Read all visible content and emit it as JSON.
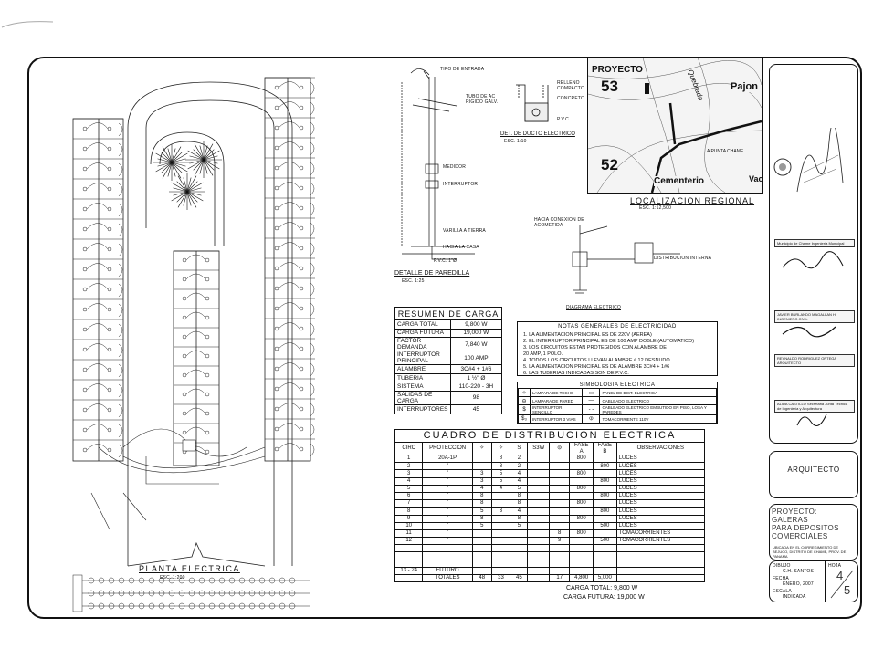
{
  "plan": {
    "title": "PLANTA ELECTRICA",
    "scale": "ESC. 1:200"
  },
  "pole_detail": {
    "title": "DETALLE DE PAREDILLA",
    "scale": "ESC. 1:25",
    "labels": [
      "TIPO DE ENTRADA",
      "TUBO DE AC RIGIDO GALV.",
      "MEDIDOR",
      "INTERRUPTOR",
      "VARILLA A TIERRA",
      "HACIA LA CASA",
      "P.V.C. 1\"Ø"
    ]
  },
  "duct_detail": {
    "title": "DET. DE DUCTO ELECTRICO",
    "scale": "ESC. 1:10",
    "labels": [
      "RELLENO COMPACTO",
      "CONCRETO",
      "P.V.C."
    ]
  },
  "location": {
    "title": "LOCALIZACION REGIONAL",
    "scale": "ESC. 1:12,500",
    "map_labels": [
      "PROYECTO",
      "53",
      "52",
      "Pajon",
      "Cementerio",
      "Quebrada",
      "A PUNTA CHAME",
      "Vac"
    ]
  },
  "diagram": {
    "title": "DIAGRAMA ELECTRICO",
    "labels": [
      "HACIA CONEXION DE ACOMETIDA",
      "DISTRIBUCION INTERNA"
    ]
  },
  "resumen": {
    "title": "RESUMEN DE CARGA",
    "rows": [
      {
        "label": "CARGA TOTAL",
        "value": "9,800 W"
      },
      {
        "label": "CARGA FUTURA",
        "value": "19,000 W"
      },
      {
        "label": "FACTOR DEMANDA",
        "value": "7,840 W"
      },
      {
        "label": "INTERRUPTOR PRINCIPAL",
        "value": "100 AMP"
      },
      {
        "label": "ALAMBRE",
        "value": "3C#4 + 1#6"
      },
      {
        "label": "TUBERIA",
        "value": "1 ½\" Ø"
      },
      {
        "label": "SISTEMA",
        "value": "110-220 - 3H"
      },
      {
        "label": "SALIDAS DE CARGA",
        "value": "98"
      },
      {
        "label": "INTERRUPTORES",
        "value": "45"
      }
    ]
  },
  "notas": {
    "title": "NOTAS GENERALES DE ELECTRICIDAD",
    "lines": [
      "1.  LA ALIMENTACION PRINCIPAL ES DE 220V (AEREA)",
      "2.  EL INTERRUPTOR PRINCIPAL ES DE 100 AMP DOBLE (AUTOMATICO)",
      "3.  LOS CIRCUITOS ESTAN PROTEGIDOS CON ALAMBRE DE",
      "     20 AMP, 1 POLO.",
      "4.  TODOS LOS CIRCUITOS LLEVAN ALAMBRE # 12 DESNUDO",
      "5.  LA ALIMENTACION PRINCIPAL ES DE ALAMBRE 3C#4 + 1#6",
      "6.  LAS TUBERIAS INDICADAS SON DE P.V.C."
    ]
  },
  "simbologia": {
    "title": "SIMBOLOGIA ELECTRICA",
    "rows": [
      [
        "LAMPARA DE TECHO",
        "PANEL DE DIST. ELECTRICA"
      ],
      [
        "LAMPARA DE PARED",
        "CABLEADO ELECTRICO"
      ],
      [
        "INTERRUPTOR SENCILLO",
        "CABLEADO ELECTRICO EMBUTIDO EN PISO, LOSA Y PAREDES"
      ],
      [
        "INTERRUPTOR 3 VIAS",
        "TOMACORRIENTE 110V"
      ]
    ]
  },
  "cuadro": {
    "title": "CUADRO DE DISTRIBUCION ELECTRICA",
    "headers": [
      "CIRC",
      "PROTECCION",
      "✧",
      "✧",
      "S",
      "S3W",
      "⦶",
      "FASE A",
      "FASE B",
      "OBSERVACIONES"
    ],
    "rows": [
      [
        "1",
        "20A-1P",
        "",
        "8",
        "2",
        "",
        "",
        "800",
        "",
        "LUCES"
      ],
      [
        "2",
        "\"",
        "",
        "8",
        "2",
        "",
        "",
        "",
        "800",
        "LUCES"
      ],
      [
        "3",
        "\"",
        "3",
        "5",
        "4",
        "",
        "",
        "800",
        "",
        "LUCES"
      ],
      [
        "4",
        "\"",
        "3",
        "5",
        "4",
        "",
        "",
        "",
        "800",
        "LUCES"
      ],
      [
        "5",
        "\"",
        "4",
        "4",
        "5",
        "",
        "",
        "800",
        "",
        "LUCES"
      ],
      [
        "6",
        "\"",
        "8",
        "",
        "8",
        "",
        "",
        "",
        "800",
        "LUCES"
      ],
      [
        "7",
        "\"",
        "8",
        "",
        "8",
        "",
        "",
        "800",
        "",
        "LUCES"
      ],
      [
        "8",
        "\"",
        "5",
        "3",
        "4",
        "",
        "",
        "",
        "800",
        "LUCES"
      ],
      [
        "9",
        "\"",
        "8",
        "",
        "8",
        "",
        "",
        "800",
        "",
        "LUCES"
      ],
      [
        "10",
        "\"",
        "5",
        "",
        "5",
        "",
        "",
        "",
        "500",
        "LUCES"
      ],
      [
        "11",
        "\"",
        "",
        "",
        "",
        "",
        "8",
        "800",
        "",
        "TOMACORRIENTES"
      ],
      [
        "12",
        "\"",
        "",
        "",
        "",
        "",
        "9",
        "",
        "500",
        "TOMACORRIENTES"
      ],
      [
        "",
        "",
        "",
        "",
        "",
        "",
        "",
        "",
        "",
        ""
      ],
      [
        "",
        "",
        "",
        "",
        "",
        "",
        "",
        "",
        "",
        ""
      ],
      [
        "",
        "",
        "",
        "",
        "",
        "",
        "",
        "",
        "",
        ""
      ],
      [
        "13 - 24",
        "FUTURO",
        "",
        "",
        "",
        "",
        "",
        "",
        "",
        ""
      ],
      [
        "",
        "TOTALES",
        "48",
        "33",
        "45",
        "",
        "17",
        "4,800",
        "5,000",
        ""
      ]
    ],
    "carga_total": "CARGA TOTAL: 9,800 W",
    "carga_futura": "CARGA FUTURA: 19,000 W"
  },
  "title_block": {
    "arquitecto": "ARQUITECTO",
    "proyecto_lines": [
      "PROYECTO: GALERAS",
      "PARA DEPOSITOS",
      "COMERCIALES"
    ],
    "ubicacion": "UBICADA EN EL CORREGIMIENTO DE BEJUCO, DISTRITO DE CHAME, PROV. DE PANAMA",
    "dibujo_label": "DIBUJO",
    "dibujo_value": "C.H. SANTOS",
    "fecha_label": "FECHA",
    "fecha_value": "ENERO, 2007",
    "escala_label": "ESCALA",
    "escala_value": "INDICADA",
    "hoja_label": "HOJA",
    "hoja_num": "4",
    "hoja_total": "5"
  },
  "stamps": [
    "Municipio de Chame Ingeniería Municipal",
    "JAVIER BURLANDO MAGALLAN H. INGENIERO CIVIL",
    "REYNALDO RODRIGUEZ ORTEGA ARQUITECTO",
    "ALIDA CASTILLO Secretaria Junta Técnica de Ingeniería y Arquitectura"
  ]
}
